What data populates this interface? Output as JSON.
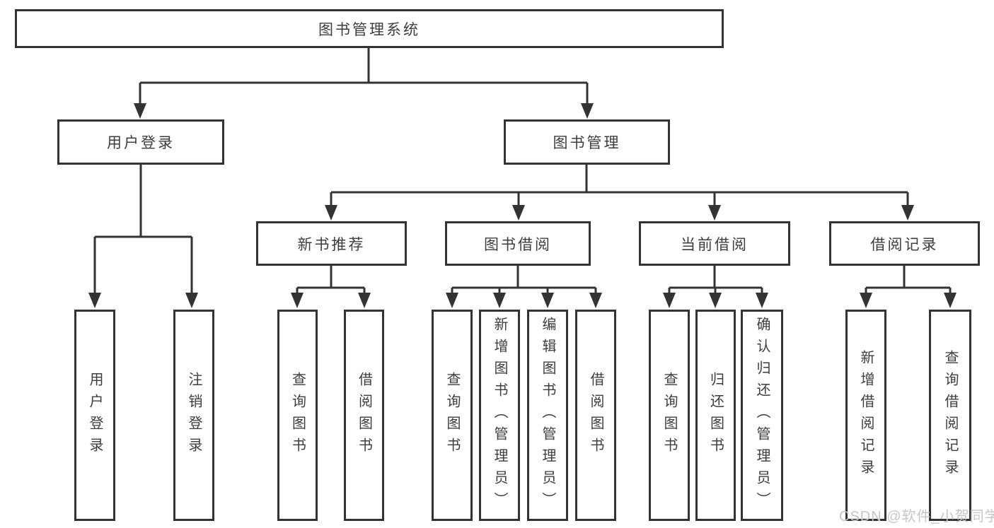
{
  "colors": {
    "line": "#333333",
    "box_background": "#ffffff",
    "text": "#3d3d3d",
    "watermark": "#c6c6c6"
  },
  "nodes": {
    "root": {
      "label": "图书管理系统"
    },
    "user_login": {
      "label": "用户登录",
      "children": [
        {
          "label": "用户登录"
        },
        {
          "label": "注销登录"
        }
      ]
    },
    "book_mgmt": {
      "label": "图书管理",
      "children": [
        {
          "label": "新书推荐",
          "children": [
            {
              "label": "查询图书"
            },
            {
              "label": "借阅图书"
            }
          ]
        },
        {
          "label": "图书借阅",
          "children": [
            {
              "label": "查询图书"
            },
            {
              "label": "新增图书（管理员）"
            },
            {
              "label": "编辑图书（管理员）"
            },
            {
              "label": "借阅图书"
            }
          ]
        },
        {
          "label": "当前借阅",
          "children": [
            {
              "label": "查询图书"
            },
            {
              "label": "归还图书"
            },
            {
              "label": "确认归还（管理员）"
            }
          ]
        },
        {
          "label": "借阅记录",
          "children": [
            {
              "label": "新增借阅记录"
            },
            {
              "label": "查询借阅记录"
            }
          ]
        }
      ]
    }
  },
  "watermark": {
    "text": "CSDN @软件_小贺同学"
  }
}
